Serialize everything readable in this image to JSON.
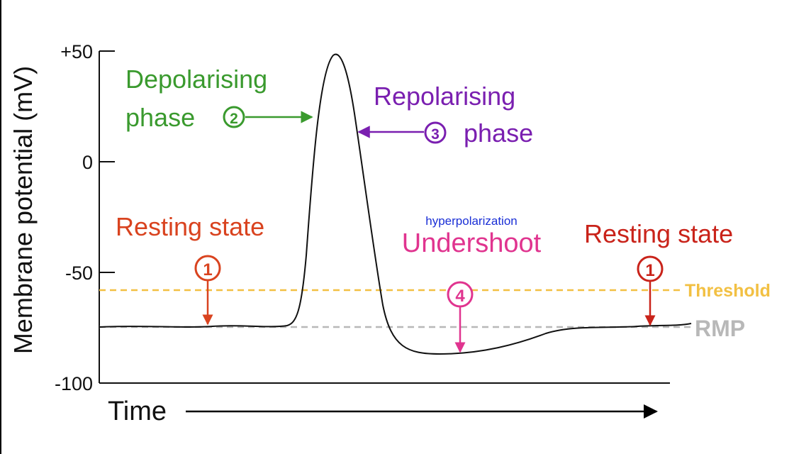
{
  "axes": {
    "ylabel": "Membrane potential (mV)",
    "xlabel": "Time",
    "y_ticks": [
      "+50",
      "0",
      "-50",
      "-100"
    ]
  },
  "reference_lines": {
    "threshold": {
      "label": "Threshold",
      "color": "#f2c043"
    },
    "rmp": {
      "label": "RMP",
      "color": "#b8b8b8"
    }
  },
  "phases": {
    "resting_left": {
      "label": "Resting state",
      "number": "1",
      "color": "#d9431f"
    },
    "depolarising": {
      "line1": "Depolarising",
      "line2": "phase",
      "number": "2",
      "color": "#3a9a2e"
    },
    "repolarising": {
      "line1": "Repolarising",
      "line2": "phase",
      "number": "3",
      "color": "#7a1fb0"
    },
    "undershoot": {
      "label": "Undershoot",
      "note": "hyperpolarization",
      "note_color": "#1a2fd6",
      "number": "4",
      "color": "#e0348f"
    },
    "resting_right": {
      "label": "Resting state",
      "number": "1",
      "color": "#c9231a"
    }
  },
  "icons": [
    "circled-number-icon",
    "arrow-icon"
  ]
}
